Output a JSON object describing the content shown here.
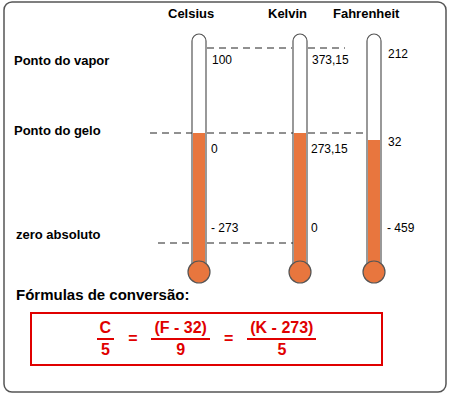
{
  "diagram": {
    "nodes": [
      {
        "text": [
          "Fórmulas de conversão:",
          "C",
          "5",
          "=",
          "(F - 32)",
          "9",
          "=",
          "(K - 273)",
          "5"
        ]
      }
    ],
    "labels": [
      "Celsius",
      "Kelvin",
      "Fahrenheit",
      "Ponto do vapor",
      "Ponto do gelo",
      "zero absoluto",
      "100",
      "373,15",
      "212",
      "0",
      "273,15",
      "32",
      "- 273",
      "0",
      "- 459"
    ]
  }
}
